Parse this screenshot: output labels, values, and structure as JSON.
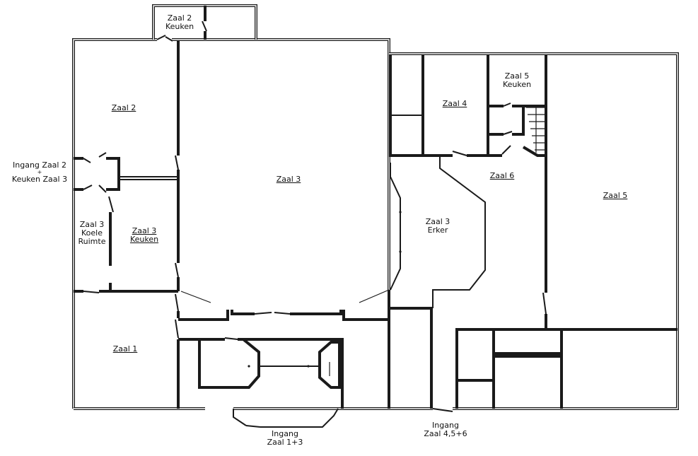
{
  "labels": {
    "zaal2_keuken": [
      "Zaal 2",
      "Keuken"
    ],
    "zaal2": "Zaal 2",
    "zaal3": "Zaal 3",
    "zaal4": "Zaal 4",
    "zaal5_keuken": [
      "Zaal 5",
      "Keuken"
    ],
    "zaal5": "Zaal 5",
    "zaal6": "Zaal 6",
    "ingang_zaal2": [
      "Ingang Zaal 2",
      "+",
      "Keuken Zaal 3"
    ],
    "zaal3_koele": [
      "Zaal 3",
      "Koele",
      "Ruimte"
    ],
    "zaal3_keuken": [
      "Zaal 3",
      "Keuken"
    ],
    "zaal3_erker": [
      "Zaal 3",
      "Erker"
    ],
    "zaal1": "Zaal 1",
    "ingang_zaal13": [
      "Ingang",
      "Zaal 1+3"
    ],
    "ingang_zaal456": [
      "Ingang",
      "Zaal 4,5+6"
    ]
  }
}
